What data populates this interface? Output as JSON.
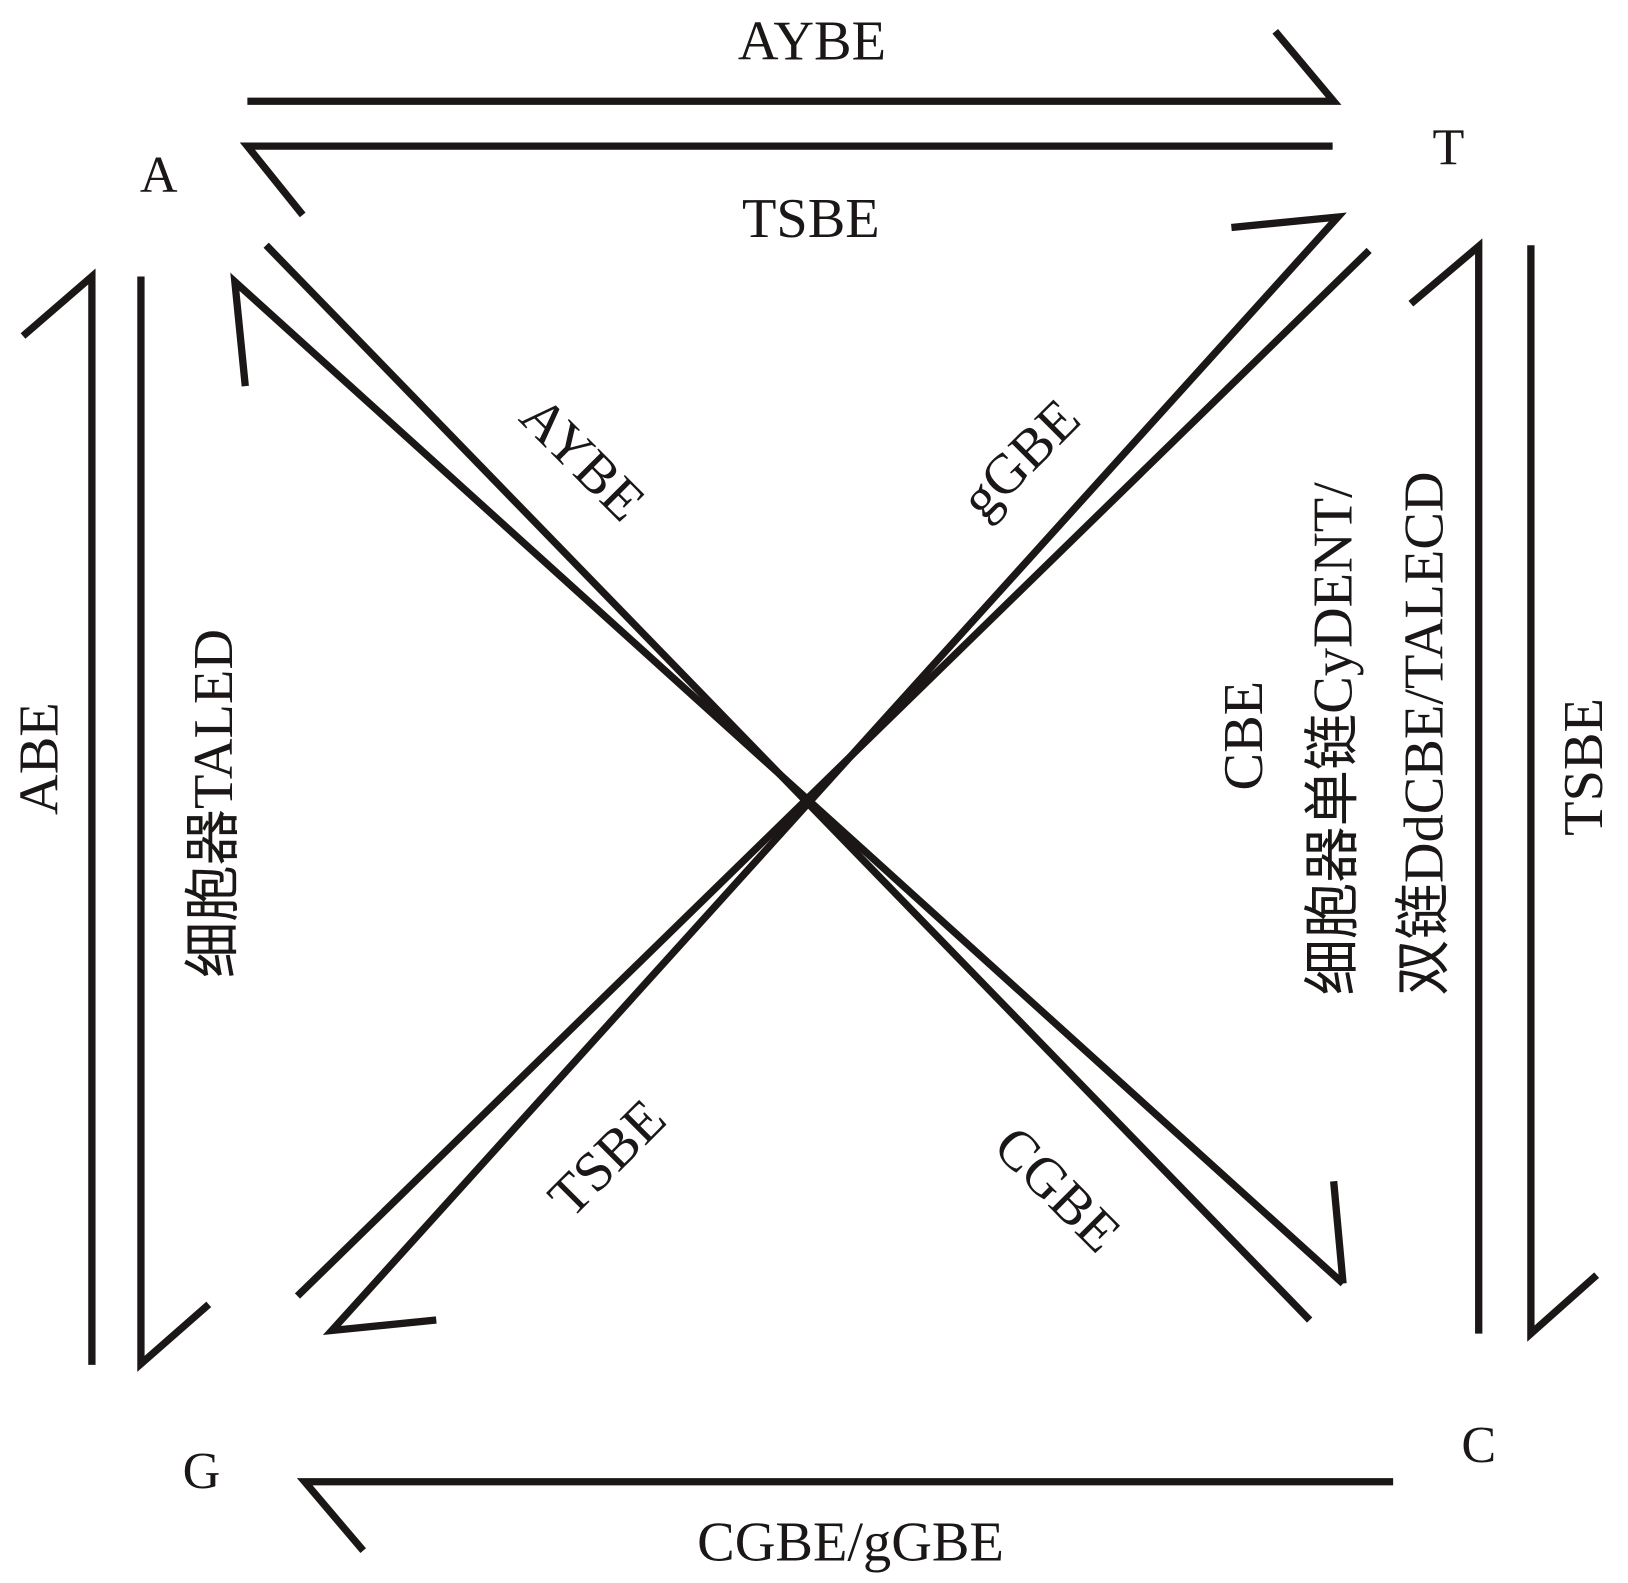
{
  "nodes": {
    "a": "A",
    "t": "T",
    "g": "G",
    "c": "C"
  },
  "labels": {
    "a_to_t": "AYBE",
    "t_to_a": "TSBE",
    "g_to_a": "ABE",
    "a_to_g": "细胞器TALED",
    "a_to_c_diag": "AYBE",
    "g_to_t_diag": "gGBE",
    "c_to_t_cbe": "CBE",
    "c_to_t_organelle_1": "细胞器单链CyDENT/",
    "c_to_t_organelle_2": "双链DdCBE/TALECD",
    "t_to_c": "TSBE",
    "t_to_g_diag": "TSBE",
    "c_to_g_diag": "CGBE",
    "c_to_g": "CGBE/gGBE"
  },
  "colors": {
    "ink": "#1a1716",
    "background": "#ffffff"
  }
}
